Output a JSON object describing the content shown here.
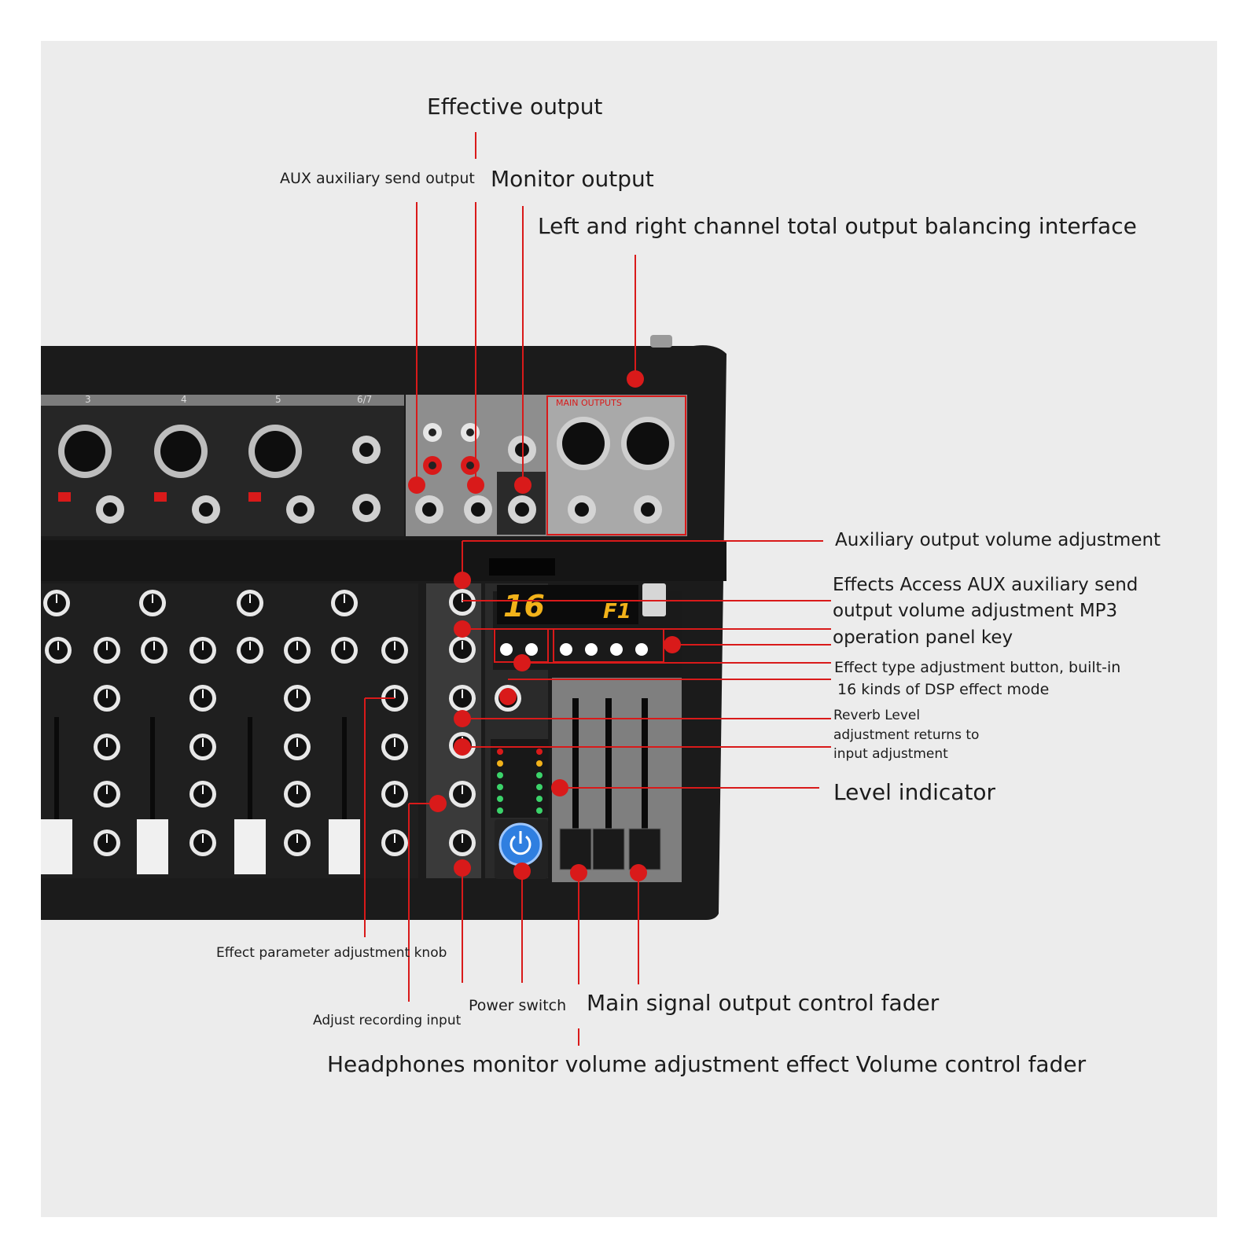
{
  "labels": {
    "effective_output": "Effective output",
    "aux_send_output": "AUX auxiliary send output",
    "monitor_output": "Monitor output",
    "main_output_interface": "Left and right channel total output balancing interface",
    "aux_output_volume": "Auxiliary output volume adjustment",
    "effects_access": [
      "Effects Access AUX auxiliary send",
      "output volume adjustment MP3",
      "operation panel key"
    ],
    "effect_type_button": [
      "Effect type adjustment button, built-in",
      "16 kinds of DSP effect mode"
    ],
    "reverb_level": [
      "Reverb Level",
      "adjustment returns to",
      "input adjustment"
    ],
    "level_indicator": "Level indicator",
    "effect_parameter_knob": "Effect parameter adjustment knob",
    "adjust_recording_input": "Adjust recording input",
    "power_switch": "Power switch",
    "main_fader": "Main signal output control fader",
    "headphones_fader": "Headphones monitor volume adjustment effect Volume control fader"
  },
  "device": {
    "channel_numbers": [
      "3",
      "4",
      "5",
      "6/7"
    ],
    "display_digits": "16",
    "display_mode": "F1",
    "main_outputs_label": "MAIN OUTPUTS"
  },
  "colors": {
    "background": "#ececec",
    "callout": "#d91a1a",
    "body": "#1b1b1b",
    "panel": "#8a8a8a",
    "display": "#f2b21a",
    "power": "#2f7fe0"
  }
}
